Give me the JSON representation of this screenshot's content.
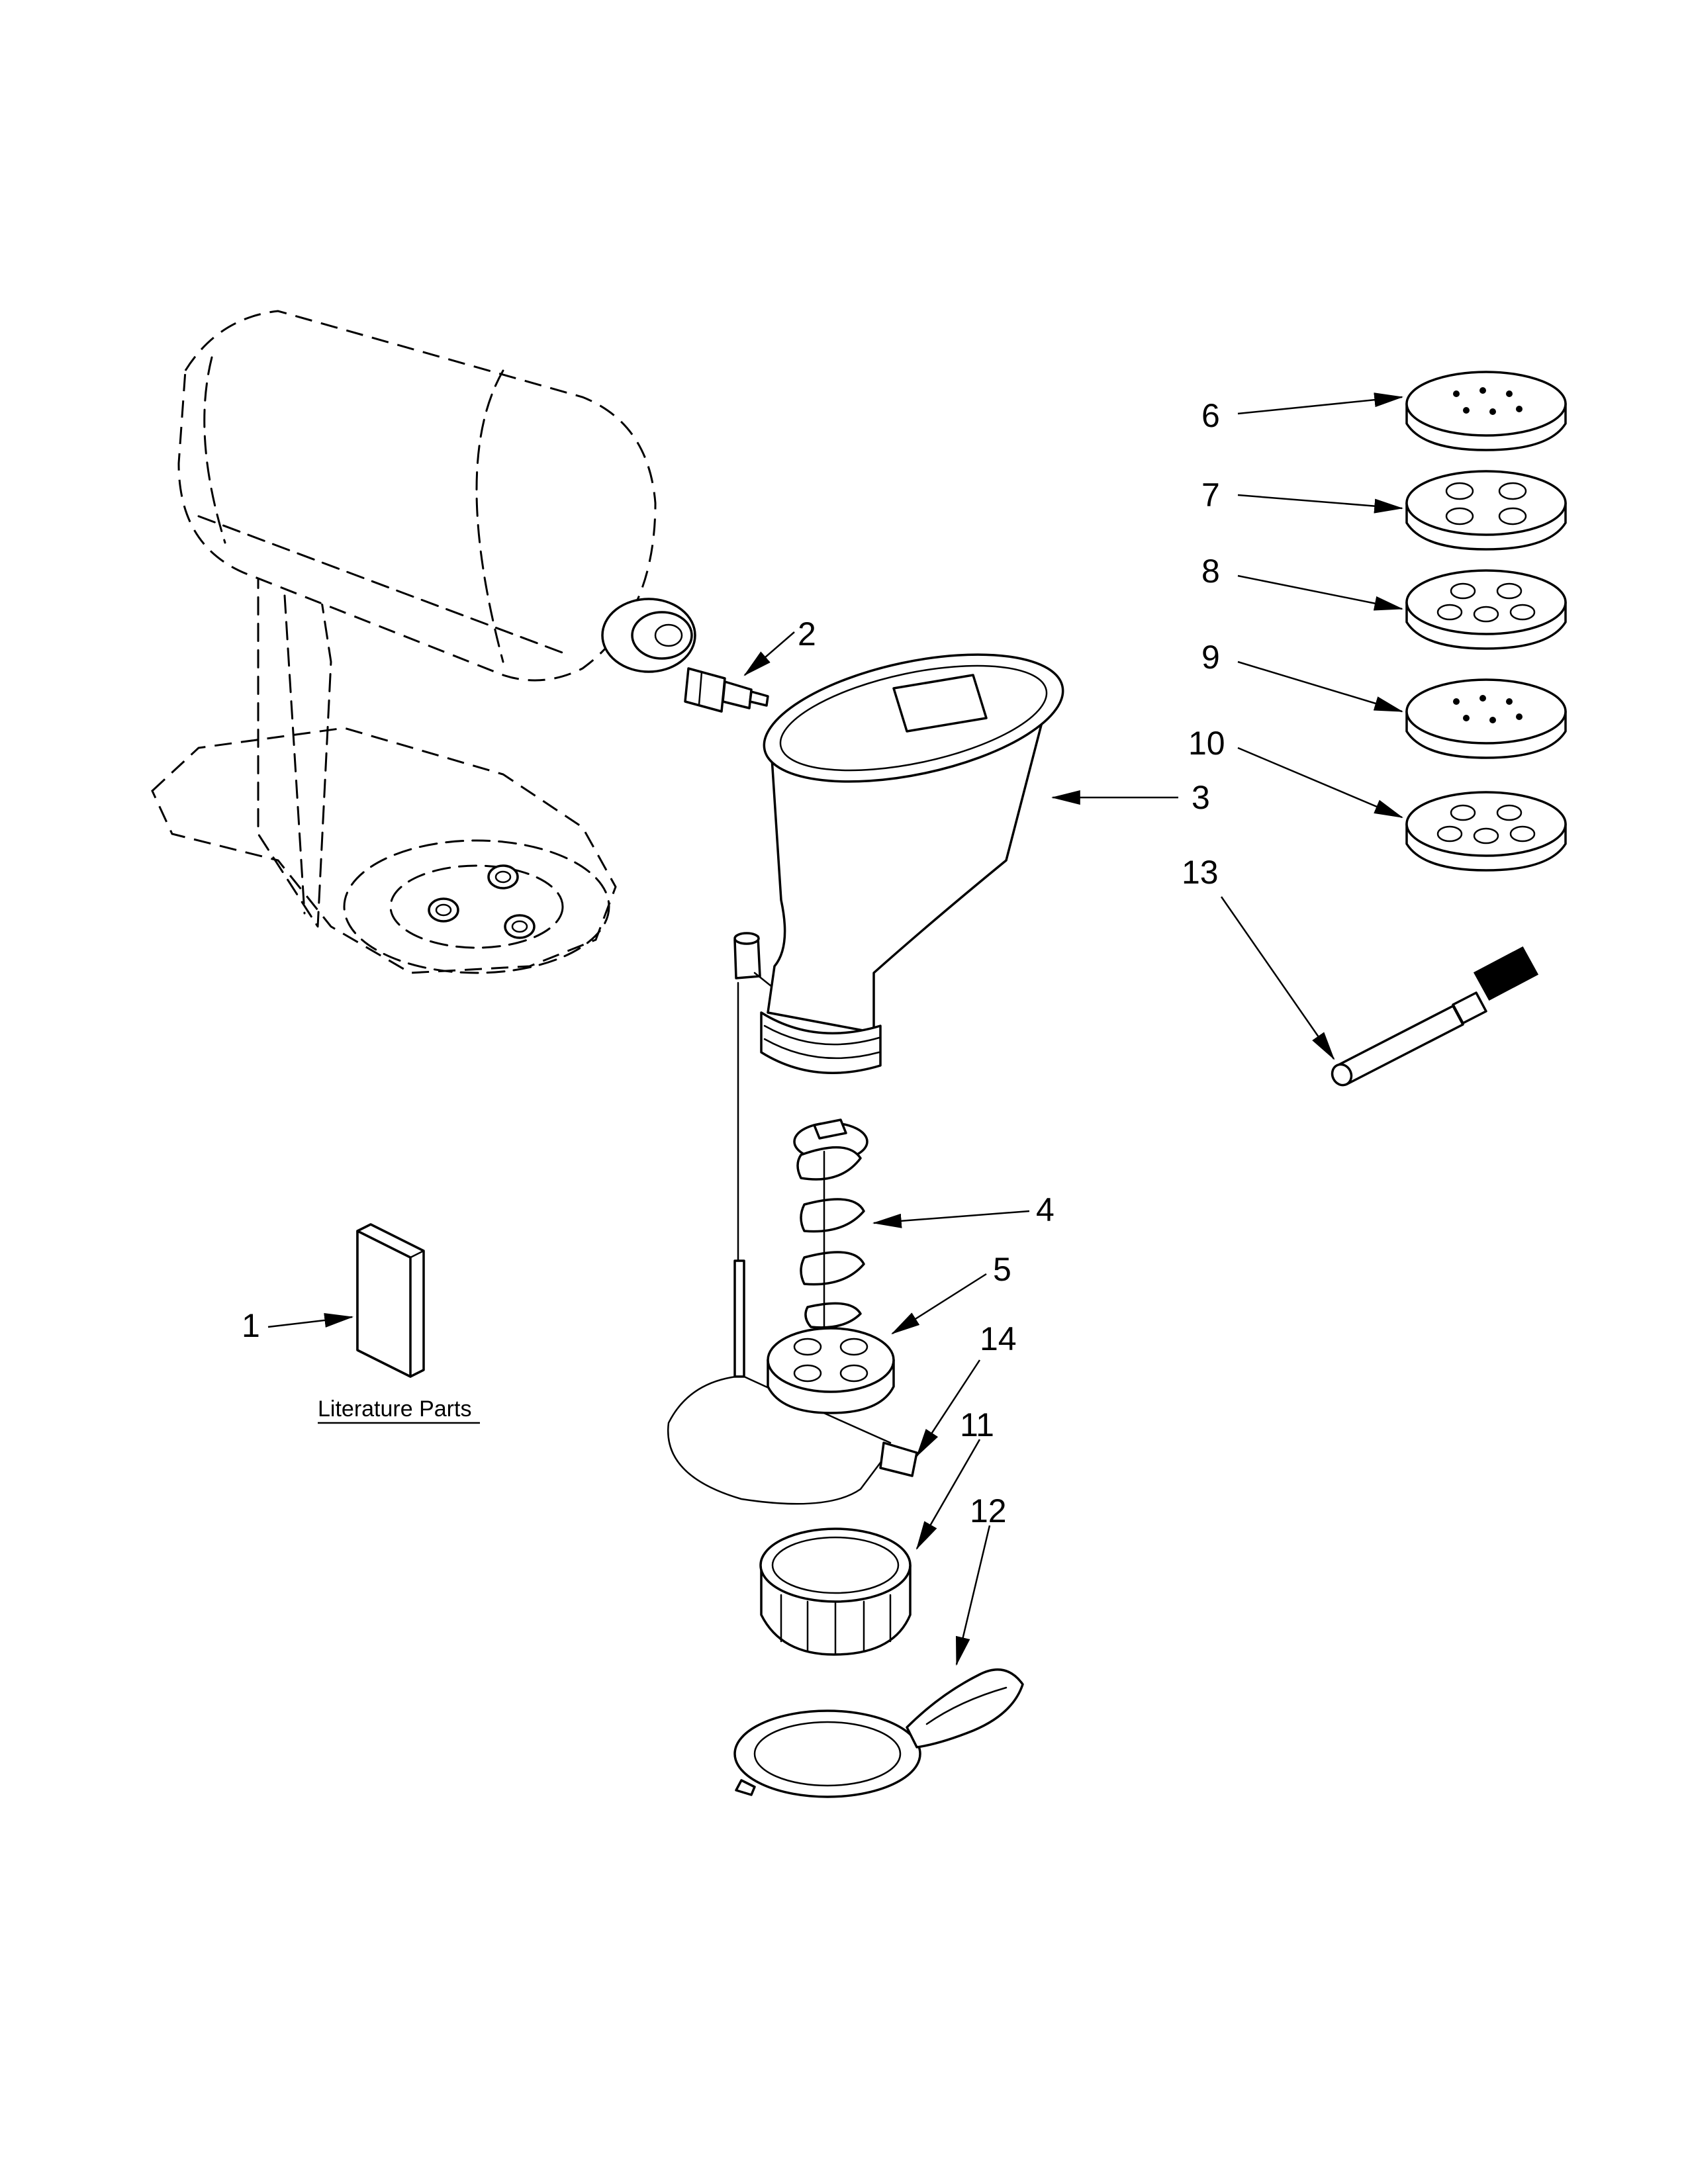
{
  "callouts": {
    "c1": "1",
    "c2": "2",
    "c3": "3",
    "c4": "4",
    "c5": "5",
    "c6": "6",
    "c7": "7",
    "c8": "8",
    "c9": "9",
    "c10": "10",
    "c11": "11",
    "c12": "12",
    "c13": "13",
    "c14": "14"
  },
  "literature_label": "Literature Parts"
}
